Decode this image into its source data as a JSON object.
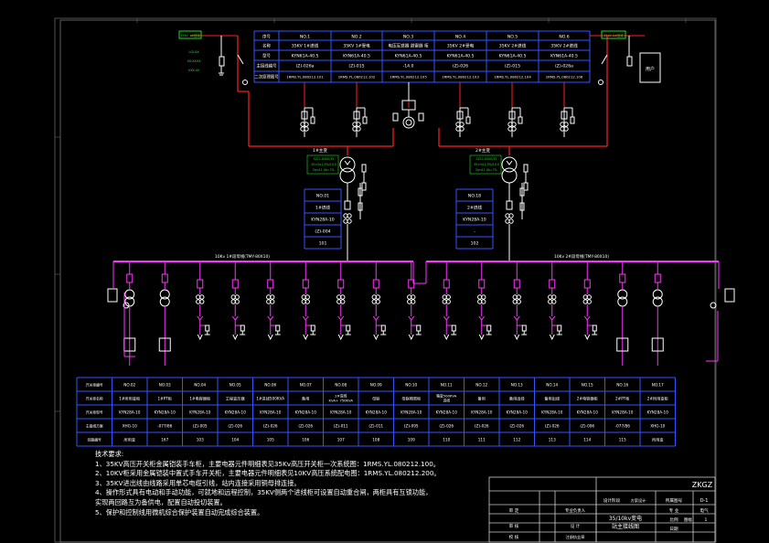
{
  "colors": {
    "background": "#000000",
    "hv": "#ff2020",
    "lv": "#ff33ff",
    "table": "#3355ff",
    "text": "#ffffff",
    "green": "#22dd22",
    "frame": "#bbbbbb"
  },
  "hv_panels": {
    "row_labels": [
      "序号",
      "名称",
      "型号",
      "主接线编号",
      "二次原理图号"
    ],
    "cols": [
      [
        "NO.1",
        "35KV 1#进线",
        "KYN61A-40.5",
        "(Z)-026a",
        "1RMS.YL.080212.101"
      ],
      [
        "NO.2",
        "35KV 1#受电",
        "KYN61A-40.5",
        "(Z)-015",
        "1RMS.YL.080212.102"
      ],
      [
        "NO.3",
        "电压互感器 避雷器 柜",
        "KYN61A-40.5",
        "-14.0",
        "1RMS.YL.080212.105"
      ],
      [
        "NO.4",
        "35KV 2#受电",
        "KYN61A-40.5",
        "(Z)-026",
        "1RMS.YL.080212.103"
      ],
      [
        "NO.5",
        "35KV 2#进线",
        "KYN61A-40.5",
        "(Z)-015",
        "1RMS.YL.080212.104"
      ],
      [
        "NO.6",
        "35KV 2#进线",
        "KYN61A-40.5",
        "(Z)-026a",
        "1RMS.YL.080212.106"
      ]
    ]
  },
  "left_feed_label": "35kV 1#进线",
  "right_feed_label": "35kV 2#进线",
  "left_note_lines": [
    "LGJ-XX",
    "XX-XXXX",
    "XXX-XX"
  ],
  "right_box_label": "用户",
  "transformer1": {
    "label": "1#主变",
    "spec": [
      "SZ11-6300/35",
      "35±3×2.5%/10.5",
      "Dyn11 Uk=7%"
    ]
  },
  "transformer2": {
    "label": "2#主变",
    "spec": [
      "SZ11-6300/35",
      "35±3×2.5%/10.5",
      "Dyn11 Uk=7%"
    ]
  },
  "incomer1": {
    "rows": [
      "NO.01",
      "1#进线",
      "KYN28A-10",
      "(Z)-004",
      "101"
    ]
  },
  "incomer2": {
    "rows": [
      "NO.18",
      "2#进线",
      "KYN28A-10",
      "-",
      "102"
    ]
  },
  "bus1_label": "10Kv 1#段母线(TMY-80X10)",
  "bus2_label": "10Kv 2#段母线(TMY-80X10)",
  "lv_panels": {
    "row_labels": [
      "开关柜编号",
      "开关柜名称",
      "开关柜型号",
      "主接线方案",
      "回路编号"
    ],
    "cols": [
      [
        "NO.02",
        "1#所用变柜",
        "KYN28A-10",
        "XHG-10",
        "所用变"
      ],
      [
        "NO.03",
        "1#PT柜",
        "KYN28A-10",
        "-077/86",
        "167"
      ],
      [
        "NO.04",
        "1#电容器柜",
        "KYN28A-10",
        "(Z)-005",
        "103"
      ],
      [
        "NO.05",
        "工程变压器",
        "KYN28A-10",
        "(Z)-026",
        "104"
      ],
      [
        "NO.06",
        "1#进线500KVA",
        "KYN28A-10",
        "(Z)-026",
        "105"
      ],
      [
        "NO.07",
        "备用",
        "KYN28A-10",
        "(Z)-026",
        "106"
      ],
      [
        "NO.08",
        "2#进线 KVA+ 750KVA",
        "KYN28A-10",
        "(Z)-011",
        "107"
      ],
      [
        "NO.09",
        "母联",
        "KYN28A-10",
        "(Z)-011",
        "108"
      ],
      [
        "NO.10",
        "母联隔离柜",
        "KYN28A-10",
        "(Z)-095",
        "109"
      ],
      [
        "NO.11",
        "箱变500KVA 进线",
        "KYN28A-10",
        "(Z)-026",
        "110"
      ],
      [
        "NO.12",
        "备用",
        "KYN28A-10",
        "(Z)-026",
        "111"
      ],
      [
        "NO.13",
        "备用出线",
        "KYN28A-10",
        "(Z)-026",
        "112"
      ],
      [
        "NO.14",
        "备用出线",
        "KYN28A-10",
        "(Z)-026",
        "113"
      ],
      [
        "NO.15",
        "2#电容器柜",
        "KYN28A-10",
        "(Z)-006",
        "114"
      ],
      [
        "NO.16",
        "2#PT柜",
        "KYN28A-10",
        "-077/86",
        "115"
      ],
      [
        "NO.17",
        "2#所用变柜",
        "KYN28A-10",
        "XHG-10",
        "所用变"
      ]
    ]
  },
  "notes": {
    "title": "技术要求:",
    "lines": [
      "1、35KV高压开关柜金属铠装手车柜，主要电器元件明细表见35Kv高压开关柜一次系统图：1RMS.YL.080212.100。",
      "2、10KV柜采用金属铠装中置式手车开关柜，主要电器元件明细表见10KV高压系统配电图：1RMS.YL.080212.200。",
      "3、35KV进出线由线路采用单芯电缆引线，站内连接采用铜母排连接。",
      "4、操作形式具有电动和手动功能，可就地和远程控制，35KV侧两个进线柜可设置自动重合闸，两柜具有互锁功能，",
      "实现两回路互为备供电，配置自动投切装置。",
      "5、保护和控制线用微机综合保护装置自动完成综合装置。"
    ]
  },
  "title_block": {
    "logo": "ZKGZ",
    "drawing_no_label": "所属图号",
    "drawing_no": "D-1",
    "stage_label": "设计阶段",
    "stage": "方案设计",
    "major_label": "专  业",
    "major": "电气",
    "scale_label": "比例",
    "scale_value": "图幅",
    "sheet": "1",
    "date_label": "日期",
    "drawing_title_1": "35/10kv变电",
    "drawing_title_2": "站主接线图",
    "r1": "审  定",
    "r2": "审  核",
    "r3": "校  核",
    "m1": "专业负责人",
    "m2": "设  计",
    "m3": "制  图",
    "m3b": "注册执业章"
  }
}
